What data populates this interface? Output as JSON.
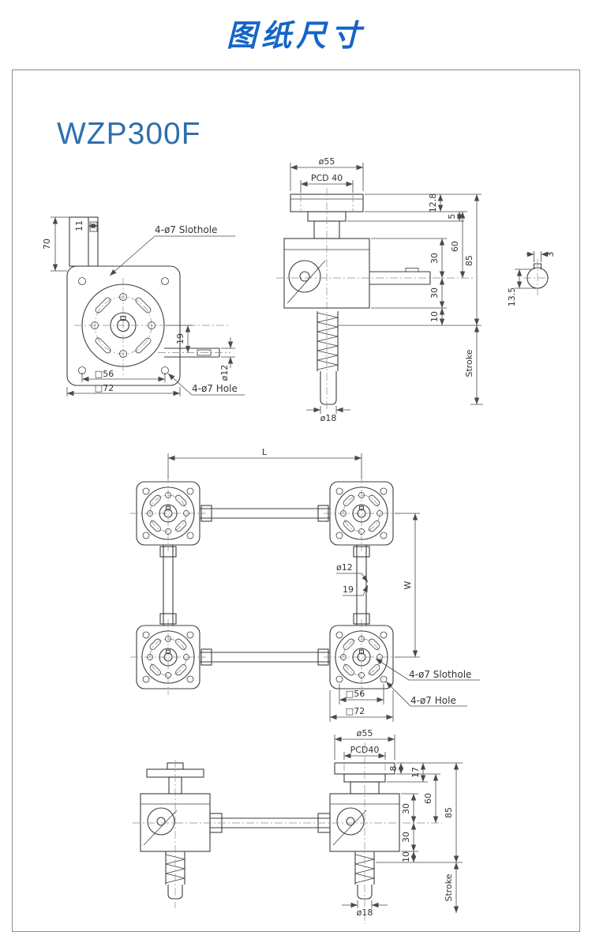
{
  "header": {
    "title": "图纸尺寸"
  },
  "drawing": {
    "model": "WZP300F",
    "colors": {
      "title_blue": "#1565c8",
      "model_blue": "#2f6fad",
      "line_dark": "#3d3d3d"
    },
    "front_view": {
      "dim_11": "11",
      "dim_70": "70",
      "label_slothole": "4-ø7 Slothole",
      "dim_19": "19",
      "dim_d12": "ø12",
      "dim_sq56": "□56",
      "dim_sq72": "□72",
      "label_hole": "4-ø7 Hole"
    },
    "side_view": {
      "dim_d55": "ø55",
      "dim_pcd": "PCD 40",
      "dim_12_8": "12.8",
      "dim_5": "5",
      "dim_30_upper": "30",
      "dim_60": "60",
      "dim_30_lower": "30",
      "dim_10": "10",
      "dim_85": "85",
      "label_stroke": "Stroke",
      "dim_d18": "ø18"
    },
    "shaft_detail": {
      "dim_3": "3",
      "dim_13_5": "13.5"
    },
    "plan_view": {
      "dim_length": "L",
      "dim_width": "W",
      "dim_d12": "ø12",
      "dim_19": "19",
      "label_slothole": "4-ø7 Slothole",
      "dim_sq56": "□56",
      "label_hole": "4-ø7 Hole",
      "dim_sq72": "□72"
    },
    "elevation_view": {
      "dim_d55": "ø55",
      "dim_pcd": "PCD40",
      "dim_8": "8",
      "dim_17": "17",
      "dim_30_upper": "30",
      "dim_60": "60",
      "dim_30_lower": "30",
      "dim_10": "10",
      "dim_85": "85",
      "label_stroke": "Stroke",
      "dim_d18": "ø18"
    }
  }
}
